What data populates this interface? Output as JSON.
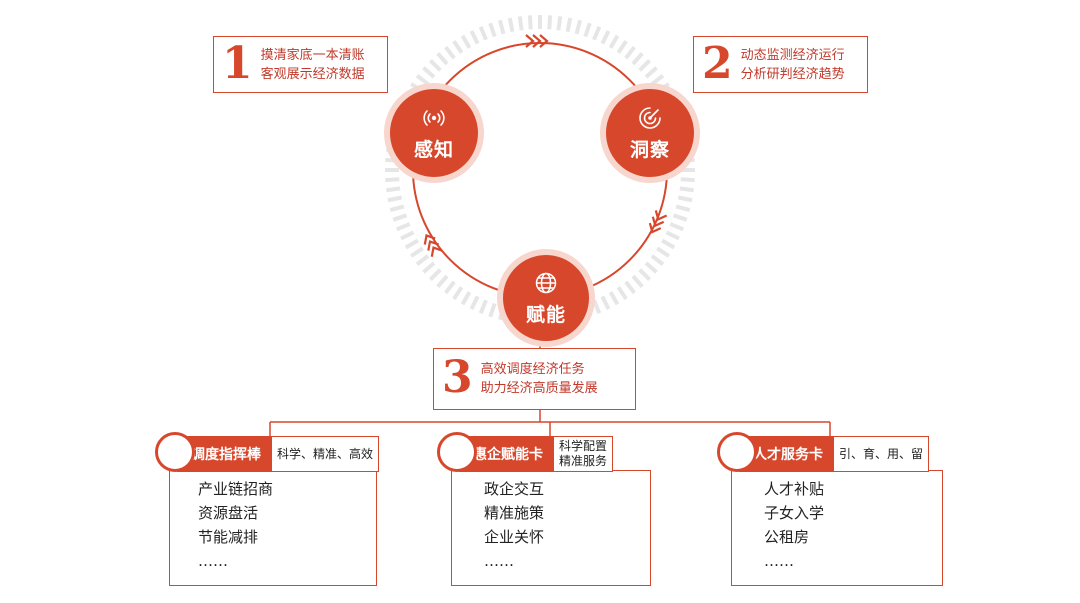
{
  "colors": {
    "accent": "#d7472c",
    "accent_light": "#f7d6cd",
    "ring_gray": "#e6e6e6"
  },
  "callouts": [
    {
      "number": "1",
      "line1": "摸清家底一本清账",
      "line2": "客观展示经济数据"
    },
    {
      "number": "2",
      "line1": "动态监测经济运行",
      "line2": "分析研判经济趋势"
    },
    {
      "number": "3",
      "line1": "高效调度经济任务",
      "line2": "助力经济高质量发展"
    }
  ],
  "nodes": [
    {
      "label": "感知",
      "icon": "signal-icon"
    },
    {
      "label": "洞察",
      "icon": "radar-icon"
    },
    {
      "label": "赋能",
      "icon": "globe-icon"
    }
  ],
  "cards": [
    {
      "title": "调度指挥棒",
      "tag": [
        "科学、精准、高效"
      ],
      "items": [
        "产业链招商",
        "资源盘活",
        "节能减排",
        "……"
      ]
    },
    {
      "title": "惠企赋能卡",
      "tag": [
        "科学配置",
        "精准服务"
      ],
      "items": [
        "政企交互",
        "精准施策",
        "企业关怀",
        "……"
      ]
    },
    {
      "title": "人才服务卡",
      "tag": [
        "引、育、用、留"
      ],
      "items": [
        "人才补贴",
        "子女入学",
        "公租房",
        "……"
      ]
    }
  ]
}
